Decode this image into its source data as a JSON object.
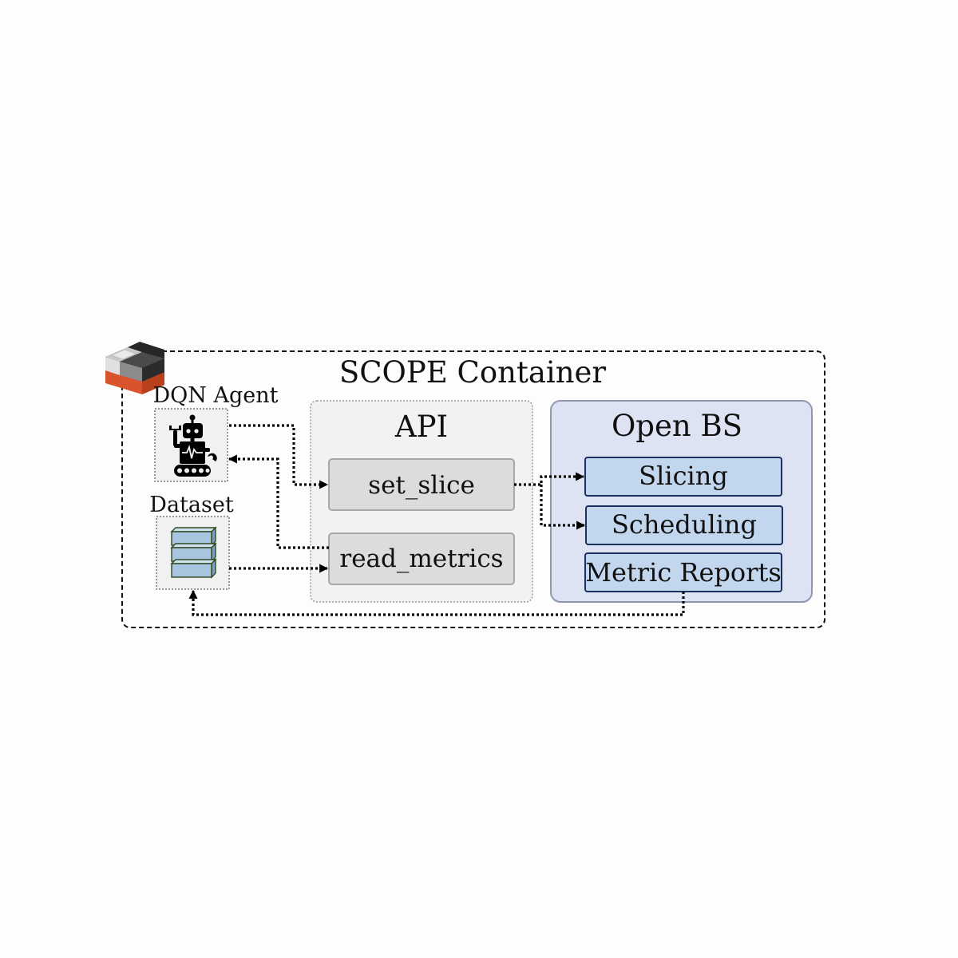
{
  "container": {
    "title": "SCOPE Container"
  },
  "agent": {
    "label": "DQN Agent"
  },
  "dataset": {
    "label": "Dataset"
  },
  "api": {
    "title": "API",
    "functions": [
      "set_slice",
      "read_metrics"
    ]
  },
  "open_bs": {
    "title": "Open BS",
    "modules": [
      "Slicing",
      "Scheduling",
      "Metric Reports"
    ]
  },
  "colors": {
    "api_fill": "#f2f2f2",
    "api_function_fill": "#dcdcdc",
    "open_bs_fill": "#dde3f2",
    "module_fill": "#c2d6ee",
    "module_border": "#1b2f5c",
    "dataset_layer_fill": "#a9c4df",
    "dataset_layer_border": "#2d4a1e",
    "logo_red": "#d9532c",
    "logo_dark": "#2b2b2b"
  },
  "icons": {
    "container_logo": "stacked-blocks-logo-icon",
    "agent": "robot-icon",
    "dataset": "database-stack-icon"
  }
}
